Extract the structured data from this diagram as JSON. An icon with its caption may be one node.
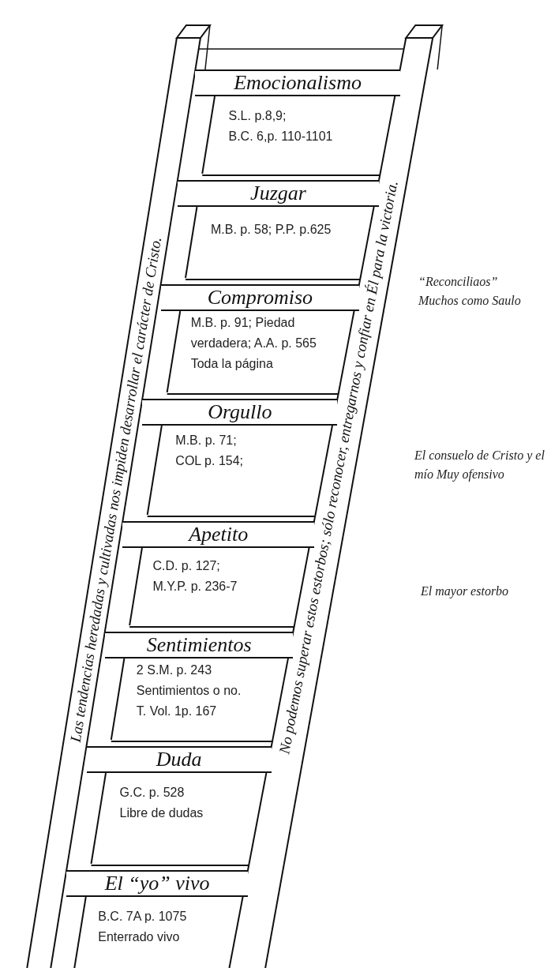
{
  "diagram": {
    "nodes": [
      {
        "text": [
          "Emocionalismo",
          "S.L. p.8,9;",
          "B.C. 6,p. 110-1101"
        ]
      },
      {
        "text": [
          "Juzgar",
          "M.B. p. 58; P.P. p.625"
        ]
      },
      {
        "text": [
          "Compromiso",
          "M.B. p. 91; Piedad verdadera; A.A. p. 565 Toda la página"
        ]
      },
      {
        "text": [
          "Orgullo",
          "M.B. p. 71;",
          "COL p. 154;"
        ]
      },
      {
        "text": [
          "Apetito",
          "C.D. p. 127;",
          "M.Y.P. p. 236-7"
        ]
      },
      {
        "text": [
          "Sentimientos",
          "2 S.M. p. 243",
          "Sentimientos o no.",
          "T. Vol. 1p. 167"
        ]
      },
      {
        "text": [
          "Duda",
          "G.C. p. 528",
          "Libre de dudas"
        ]
      },
      {
        "text": [
          "El “yo” vivo",
          "B.C. 7A p. 1075",
          "Enterrado vivo"
        ]
      }
    ],
    "labels": [
      "Las tendencias heredadas y cultivadas nos impiden desarrollar el carácter de Cristo.",
      "No podemos superar estos estorbos; sólo reconocer, entregarnos y confiar en Él para la victoria.",
      "“Reconciliaos” Muchos como Saulo",
      "El consuelo de Cristo y el mío Muy ofensivo",
      "El mayor estorbo"
    ]
  }
}
